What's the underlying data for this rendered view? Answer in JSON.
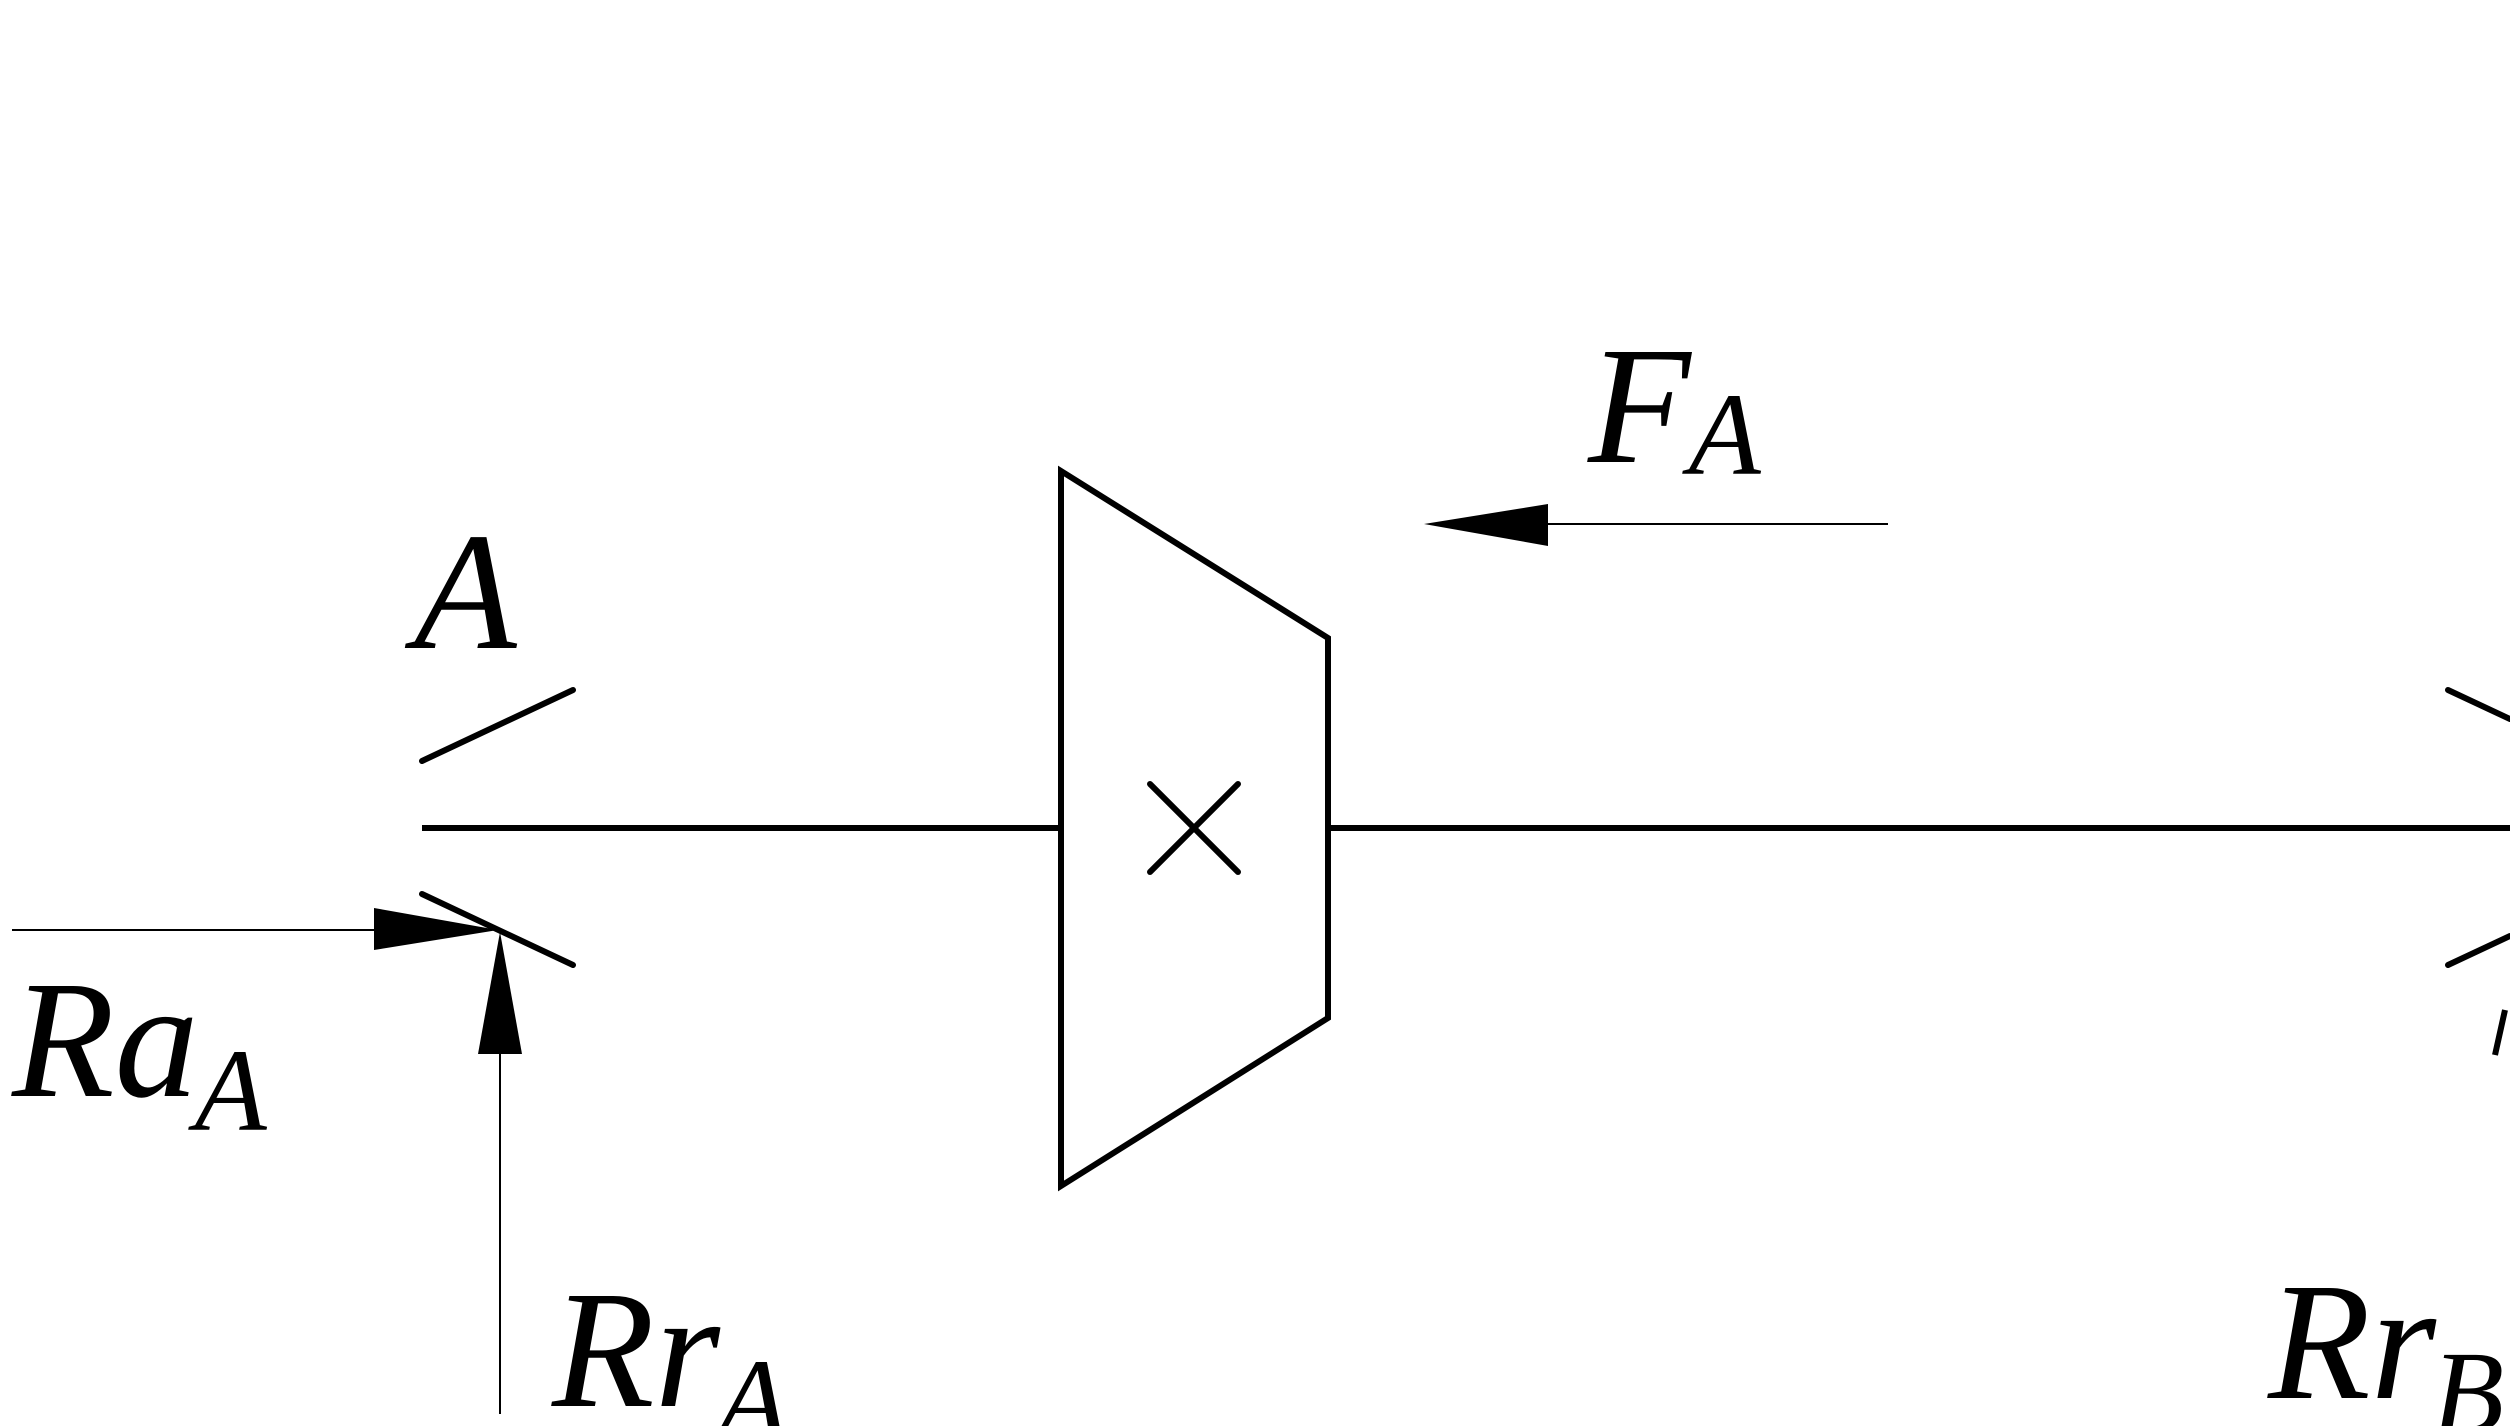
{
  "diagram": {
    "labels": {
      "force": {
        "main": "F",
        "sub": "A"
      },
      "bearing_a": "A",
      "axial_reaction_a": {
        "main": "R",
        "mid": "a",
        "sub": "A"
      },
      "radial_reaction_a": {
        "main": "R",
        "mid": "r",
        "sub": "A"
      },
      "radial_reaction_b": {
        "main": "R",
        "mid": "r",
        "sub": "B"
      }
    }
  }
}
